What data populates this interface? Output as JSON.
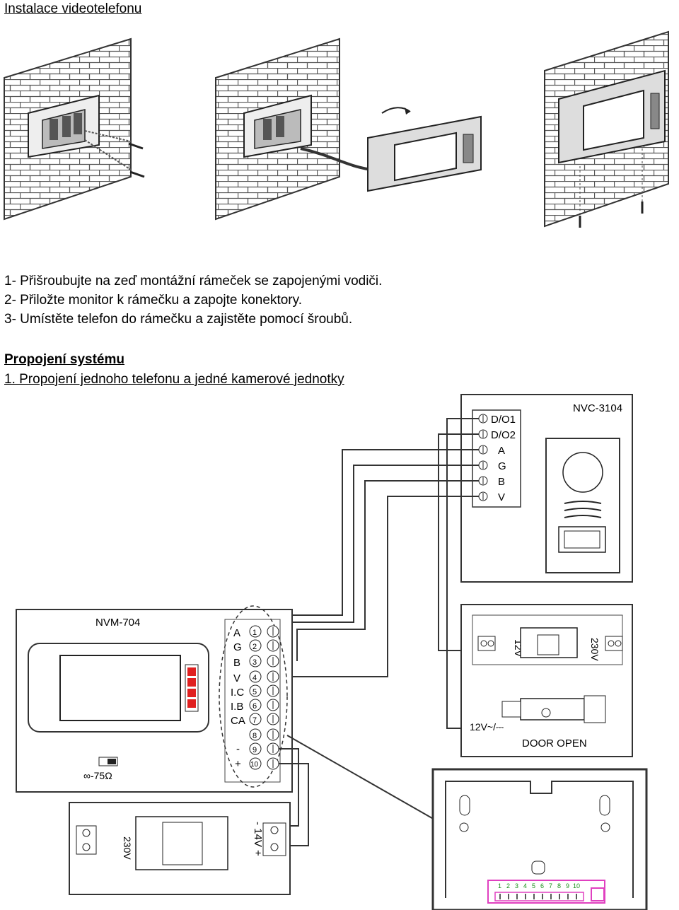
{
  "document": {
    "title": "Instalace videotelefonu",
    "steps": [
      "1- Přišroubujte na zeď montážní rámeček se zapojenými vodiči.",
      "2- Přiložte monitor k rámečku a zapojte konektory.",
      "3- Umístěte telefon do rámečku a zajistěte pomocí šroubů."
    ],
    "section_heading": "Propojení systému",
    "subsection_heading": "1. Propojení jednoho telefonu a jedné kamerové jednotky"
  },
  "diagram": {
    "door_unit": {
      "model": "NVC-3104",
      "terminals": [
        "D/O1",
        "D/O2",
        "A",
        "G",
        "B",
        "V"
      ]
    },
    "monitor": {
      "model": "NVM-704",
      "terminal_labels": [
        "A",
        "G",
        "B",
        "V",
        "I.C",
        "I.B",
        "CA",
        "",
        "-",
        "+"
      ],
      "terminal_numbers": [
        "1",
        "2",
        "3",
        "4",
        "5",
        "6",
        "7",
        "8",
        "9",
        "10"
      ],
      "switch_label": "∞-75Ω"
    },
    "lock_psu": {
      "output_label": "12V",
      "input_label": "230V"
    },
    "door_lock": {
      "voltage_label": "12V~/⎓",
      "caption": "DOOR OPEN"
    },
    "monitor_psu": {
      "input_label": "230V",
      "output_label": "- 14V +"
    },
    "bracket_terminal_numbers": [
      "1",
      "2",
      "3",
      "4",
      "5",
      "6",
      "7",
      "8",
      "9",
      "10"
    ],
    "colors": {
      "line": "#333333",
      "button_red": "#e02020",
      "terminal_green": "#7ed957",
      "terminal_magenta": "#e040c0",
      "brick": "#555555"
    }
  }
}
